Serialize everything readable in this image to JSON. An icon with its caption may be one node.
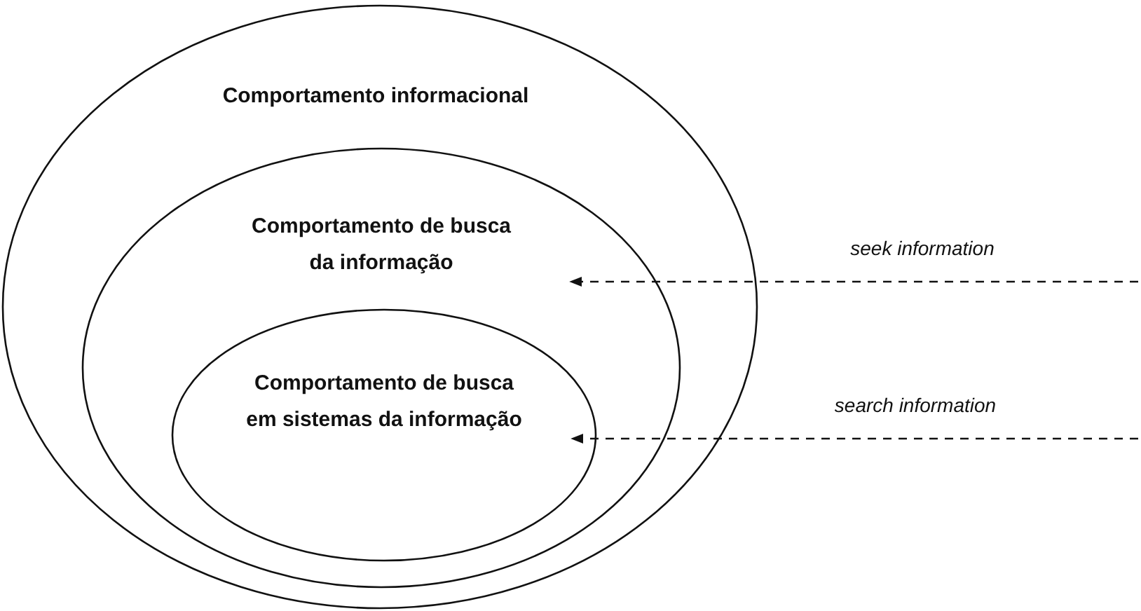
{
  "diagram": {
    "nodes": [
      {
        "text": [
          "Comportamento informacional"
        ]
      },
      {
        "text": [
          "Comportamento de busca da informação"
        ],
        "in": 0
      },
      {
        "text": [
          "Comportamento de busca em sistemas da informação"
        ],
        "in": 1
      }
    ],
    "edges": [
      {
        "from": null,
        "to": 1,
        "arrow": "to",
        "style": "dashed",
        "label": "seek information"
      },
      {
        "from": null,
        "to": 2,
        "arrow": "to",
        "style": "dashed",
        "label": "search information"
      }
    ]
  }
}
